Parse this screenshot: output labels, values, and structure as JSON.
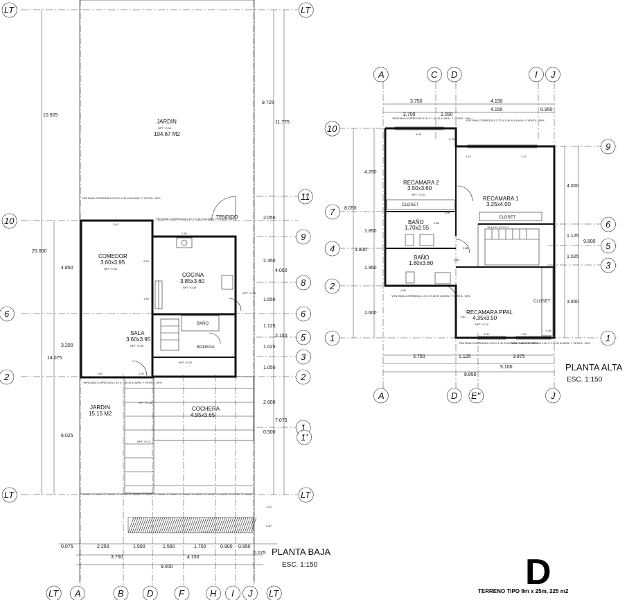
{
  "planta_baja": {
    "title": "PLANTA BAJA",
    "scale": "ESC. 1:150",
    "grid_x": [
      "LT",
      "A",
      "B",
      "D",
      "F",
      "H",
      "I",
      "J",
      "LT"
    ],
    "grid_y": [
      "LT",
      "10",
      "9",
      "8",
      "6",
      "5",
      "3",
      "2",
      "1",
      "1'",
      "LT"
    ],
    "rooms": [
      {
        "id": "jardin-frente",
        "name": "JARDIN",
        "detail": "NPT +0.15",
        "size": "104.67 M2"
      },
      {
        "id": "comedor",
        "name": "COMEDOR",
        "size": "3.60x3.95",
        "detail": "NPT +0.30"
      },
      {
        "id": "cocina",
        "name": "COCINA",
        "size": "3.85x3.60",
        "detail": "NPT +0.30"
      },
      {
        "id": "sala",
        "name": "SALA",
        "size": "3.60x3.95",
        "detail": "NPT +0.30"
      },
      {
        "id": "bodega",
        "name": "BODEGA"
      },
      {
        "id": "bano",
        "name": "BAÑO"
      },
      {
        "id": "cochera",
        "name": "COCHERA",
        "size": "4.95x3.65"
      },
      {
        "id": "jardin-lateral",
        "name": "JARDIN",
        "size": "15.15 M2"
      },
      {
        "id": "tendido",
        "name": "TENDIDO"
      }
    ],
    "npt": [
      "NPT +0.10",
      "NPT +0.15",
      "NPT +0.10",
      "NPT +0.15"
    ],
    "left_dims": [
      "10.925",
      "4.850",
      "3.200",
      "6.025",
      "25.000",
      "14.075"
    ],
    "right_dims": [
      "9.725",
      "11.775",
      "2.050",
      "2.350",
      "4.000",
      "1.650",
      "1.125",
      "2.150",
      "1.025",
      "1.050",
      "2.600",
      "0.500",
      "7.075",
      "1.20",
      "0.80"
    ],
    "bottom_dims_1": [
      "0.075",
      "2.250",
      "1.500",
      "1.550",
      "1.700",
      "0.900",
      "0.950",
      "0.075"
    ],
    "bottom_dims_2": [
      "3.750",
      "4.150"
    ],
    "bottom_total": "9.000",
    "window_notes": [
      "VENTANA CORREDIZA 3.00 X 1.40 M ILUMIN. Y VENTIL. 50%",
      "VENTANA CORREDIZA 1.10 X 1.40 M ILUMIN. Y VENTIL. 50%",
      "VENTANA CORREDIZA 1.10 X 1.40 M ILUMIN. Y VENTIL. 50%"
    ],
    "small_dims": [
      "3.00",
      "2.20",
      "1.80",
      "1.80",
      "1.20",
      "1.80"
    ]
  },
  "planta_alta": {
    "title": "PLANTA ALTA",
    "scale": "ESC. 1:150",
    "grid_x_top": [
      "A",
      "C",
      "D",
      "I",
      "J"
    ],
    "grid_x_bottom": [
      "A",
      "D",
      "E\"",
      "J"
    ],
    "grid_y_left": [
      "10",
      "7",
      "4",
      "2",
      "1"
    ],
    "grid_y_right": [
      "9",
      "6",
      "5",
      "3",
      "1"
    ],
    "rooms": [
      {
        "id": "recamara-2",
        "name": "RECAMARA 2",
        "size": "3.50x3.60",
        "detail": "NPT +3.10"
      },
      {
        "id": "recamara-1",
        "name": "RECAMARA 1",
        "size": "3.25x4.00"
      },
      {
        "id": "bano-1",
        "name": "BAÑO",
        "size": "1.70x2.55"
      },
      {
        "id": "bano-2",
        "name": "BAÑO",
        "size": "1.80x3.60"
      },
      {
        "id": "recamara-ppal",
        "name": "RECAMARA PPAL",
        "size": "4.35x3.50",
        "detail": "NPT +3.10"
      }
    ],
    "closets": [
      "CLOSET",
      "CLOSET",
      "CLOSET"
    ],
    "top_dims": [
      "3.750",
      "4.150",
      "2.700",
      "1.050",
      "4.150",
      "0.950"
    ],
    "left_dims": [
      "4.250",
      "8.050",
      "1.850",
      "3.800",
      "1.950",
      "2.600"
    ],
    "right_dims": [
      "4.000",
      "9.800",
      "1.125",
      "1.025",
      "3.650"
    ],
    "bottom_dims": [
      "3.750",
      "5.100",
      "1.125",
      "3.975",
      "8.850"
    ],
    "window_notes": [
      "VENTANA CORREDIZA 3.00 X 1.40 M ILUMIN. Y VENTIL. 50%",
      "VENTANA CORREDIZA 2.70 X 1.40 M ILUMIN. Y VENTIL. 50%",
      "VENTANA CORREDIZA 1.00 X 0.60 M ILUMIN. Y VENTIL. 50%",
      "VENTANA CORREDIZA 1.25 X 1.40 M ILUMIN. Y VENTIL. 50%",
      "VENTANA CORREDIZA 1.60 X 1.40 M ILUMIN. Y VENTIL. 50%"
    ],
    "stair_numbers": "16 15 14 13 12 11",
    "small_dims": [
      "3.00",
      "0.75",
      "1.10",
      "1.10",
      "0.80",
      "0.85",
      "0.65",
      "1.80",
      "0.85",
      "1.60",
      "1.90",
      "0.85",
      "1.90"
    ]
  },
  "footer": {
    "letter": "D",
    "caption": "TERRENO TIPO 9m x 25m, 225 m2"
  }
}
